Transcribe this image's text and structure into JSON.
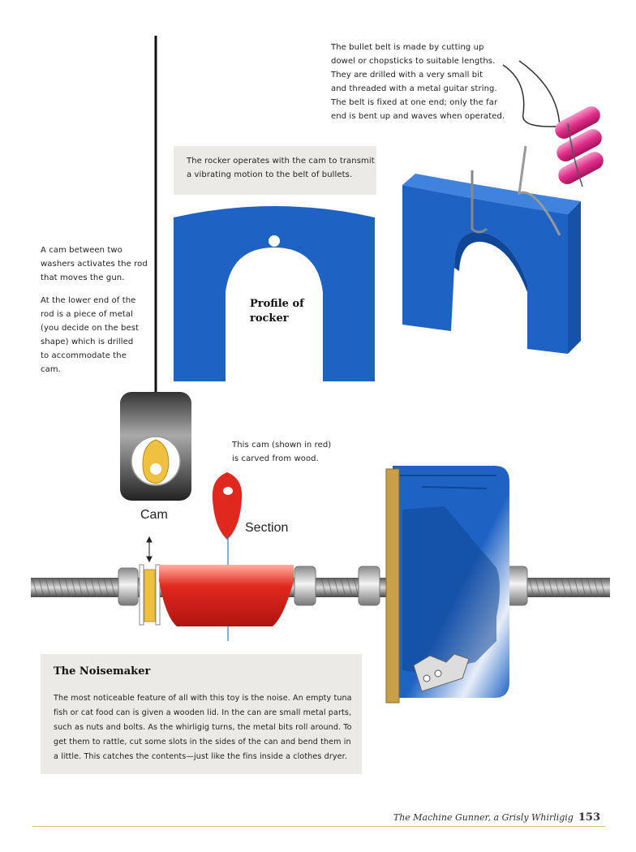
{
  "bullet_belt_note": "The bullet belt is made by cutting up\ndowel or chopsticks to suitable lengths.\nThey are drilled with a very small bit\nand threaded with a metal guitar string.\nThe belt is fixed at one end; only the far\nend is bent up and waves when operated.",
  "rocker_note": "The rocker operates with the cam to transmit\na vibrating motion to the belt of bullets.",
  "cam_note_1": "A cam between two\nwashers activates the rod\nthat moves the gun.",
  "cam_note_2": "At the lower end of the\nrod is a piece of metal\n(you decide on the best\nshape) which is drilled\nto accommodate the\ncam.",
  "profile_label": "Profile of\nrocker",
  "cam_wood_note": "This cam (shown in red)\nis carved from wood.",
  "label_cam": "Cam",
  "label_section": "Section",
  "noisemaker": {
    "title": "The Noisemaker",
    "body": "The most noticeable feature of all with this toy is the noise. An empty tuna\nfish or cat food can is given a wooden lid. In the can are small metal parts,\nsuch as nuts and bolts. As the whirligig turns, the metal bits roll around. To\nget them to rattle, cut some slots in the sides of the can and bend them in\na little. This catches the contents—just like the fins inside a clothes dryer."
  },
  "footer": {
    "running_title": "The Machine Gunner, a Grisly Whirligig",
    "page_number": "153"
  },
  "colors": {
    "rocker_blue": "#1e62c4",
    "cam_red": "#e0281e",
    "washer_gold": "#f0c040",
    "bullet_pink": "#e0308a",
    "lid_wood": "#c8a04a",
    "note_box": "#ebeae6"
  }
}
